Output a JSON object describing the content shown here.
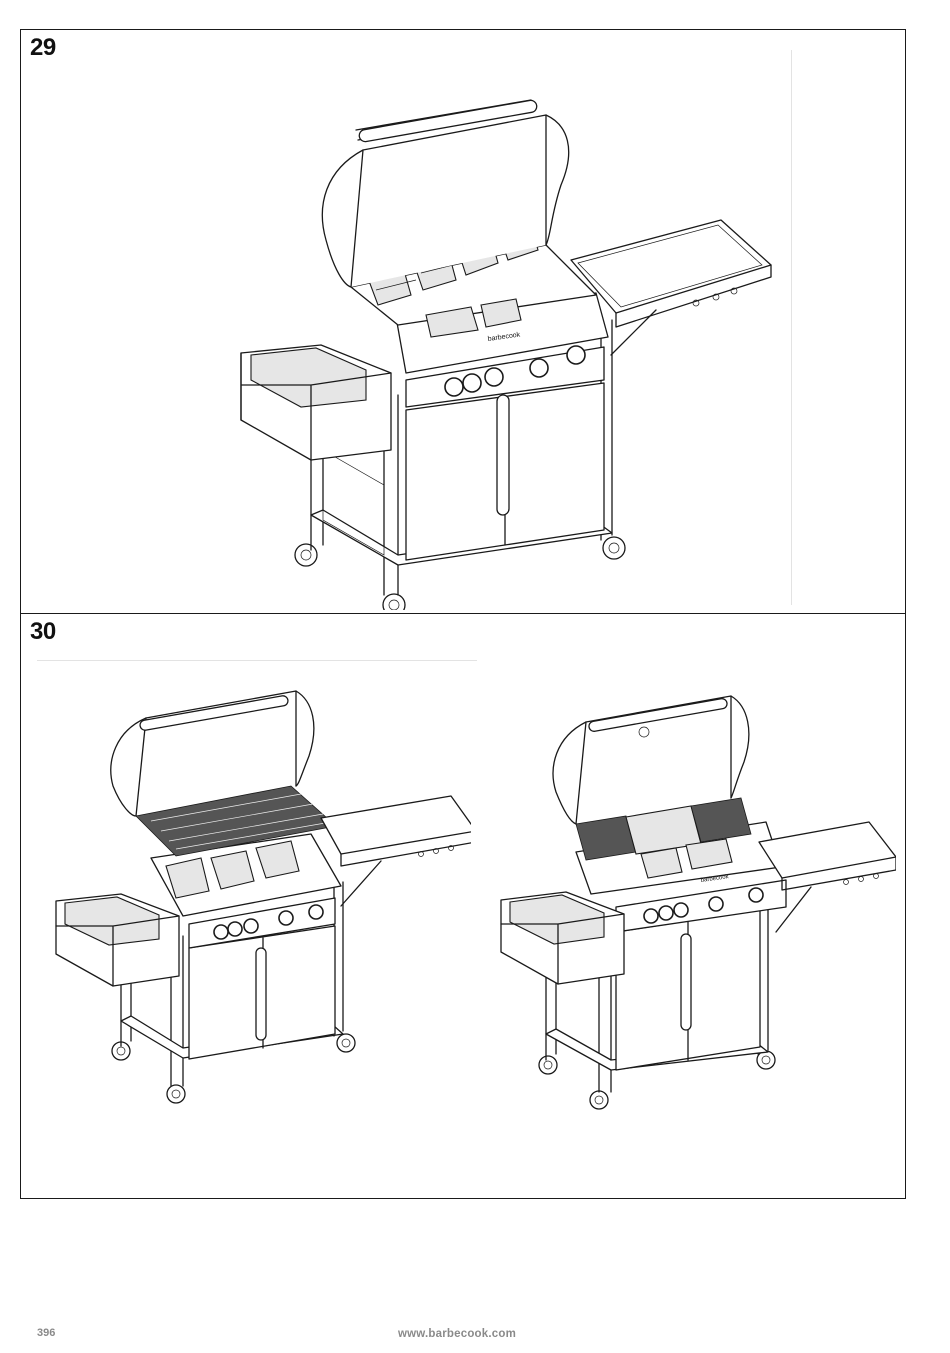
{
  "steps": [
    {
      "number": "29",
      "illustration": "grill-open-lid-flame-tamers-installed"
    },
    {
      "number": "30",
      "illustration": "grill-with-cast-iron-grates"
    },
    {
      "illustration": "grill-with-plancha-and-grate"
    }
  ],
  "grill": {
    "brand_label": "barbecook"
  },
  "footer": {
    "page_number": "396",
    "website": "www.barbecook.com"
  }
}
